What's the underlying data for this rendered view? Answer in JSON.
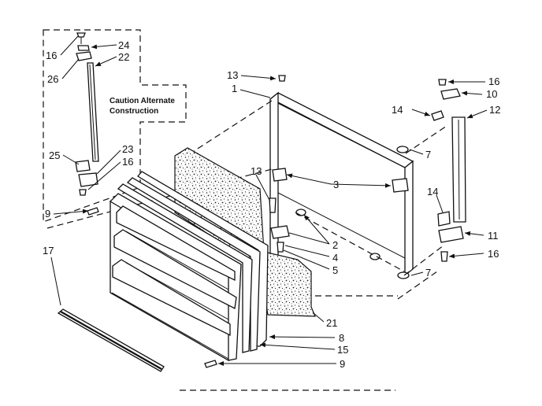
{
  "note": {
    "line1": "Caution Alternate",
    "line2": "Construction"
  },
  "callouts": [
    {
      "id": "c16a",
      "text": "16"
    },
    {
      "id": "c24",
      "text": "24"
    },
    {
      "id": "c22",
      "text": "22"
    },
    {
      "id": "c26",
      "text": "26"
    },
    {
      "id": "c25",
      "text": "25"
    },
    {
      "id": "c23",
      "text": "23"
    },
    {
      "id": "c16b",
      "text": "16"
    },
    {
      "id": "c9a",
      "text": "9"
    },
    {
      "id": "c17",
      "text": "17"
    },
    {
      "id": "c13a",
      "text": "13"
    },
    {
      "id": "c1",
      "text": "1"
    },
    {
      "id": "c13b",
      "text": "13"
    },
    {
      "id": "c3",
      "text": "3"
    },
    {
      "id": "c2",
      "text": "2"
    },
    {
      "id": "c4",
      "text": "4"
    },
    {
      "id": "c5",
      "text": "5"
    },
    {
      "id": "c7a",
      "text": "7"
    },
    {
      "id": "c7b",
      "text": "7"
    },
    {
      "id": "c16c",
      "text": "16"
    },
    {
      "id": "c10",
      "text": "10"
    },
    {
      "id": "c14a",
      "text": "14"
    },
    {
      "id": "c12",
      "text": "12"
    },
    {
      "id": "c14b",
      "text": "14"
    },
    {
      "id": "c11",
      "text": "11"
    },
    {
      "id": "c16d",
      "text": "16"
    },
    {
      "id": "c21",
      "text": "21"
    },
    {
      "id": "c8",
      "text": "8"
    },
    {
      "id": "c15",
      "text": "15"
    },
    {
      "id": "c9b",
      "text": "9"
    }
  ]
}
